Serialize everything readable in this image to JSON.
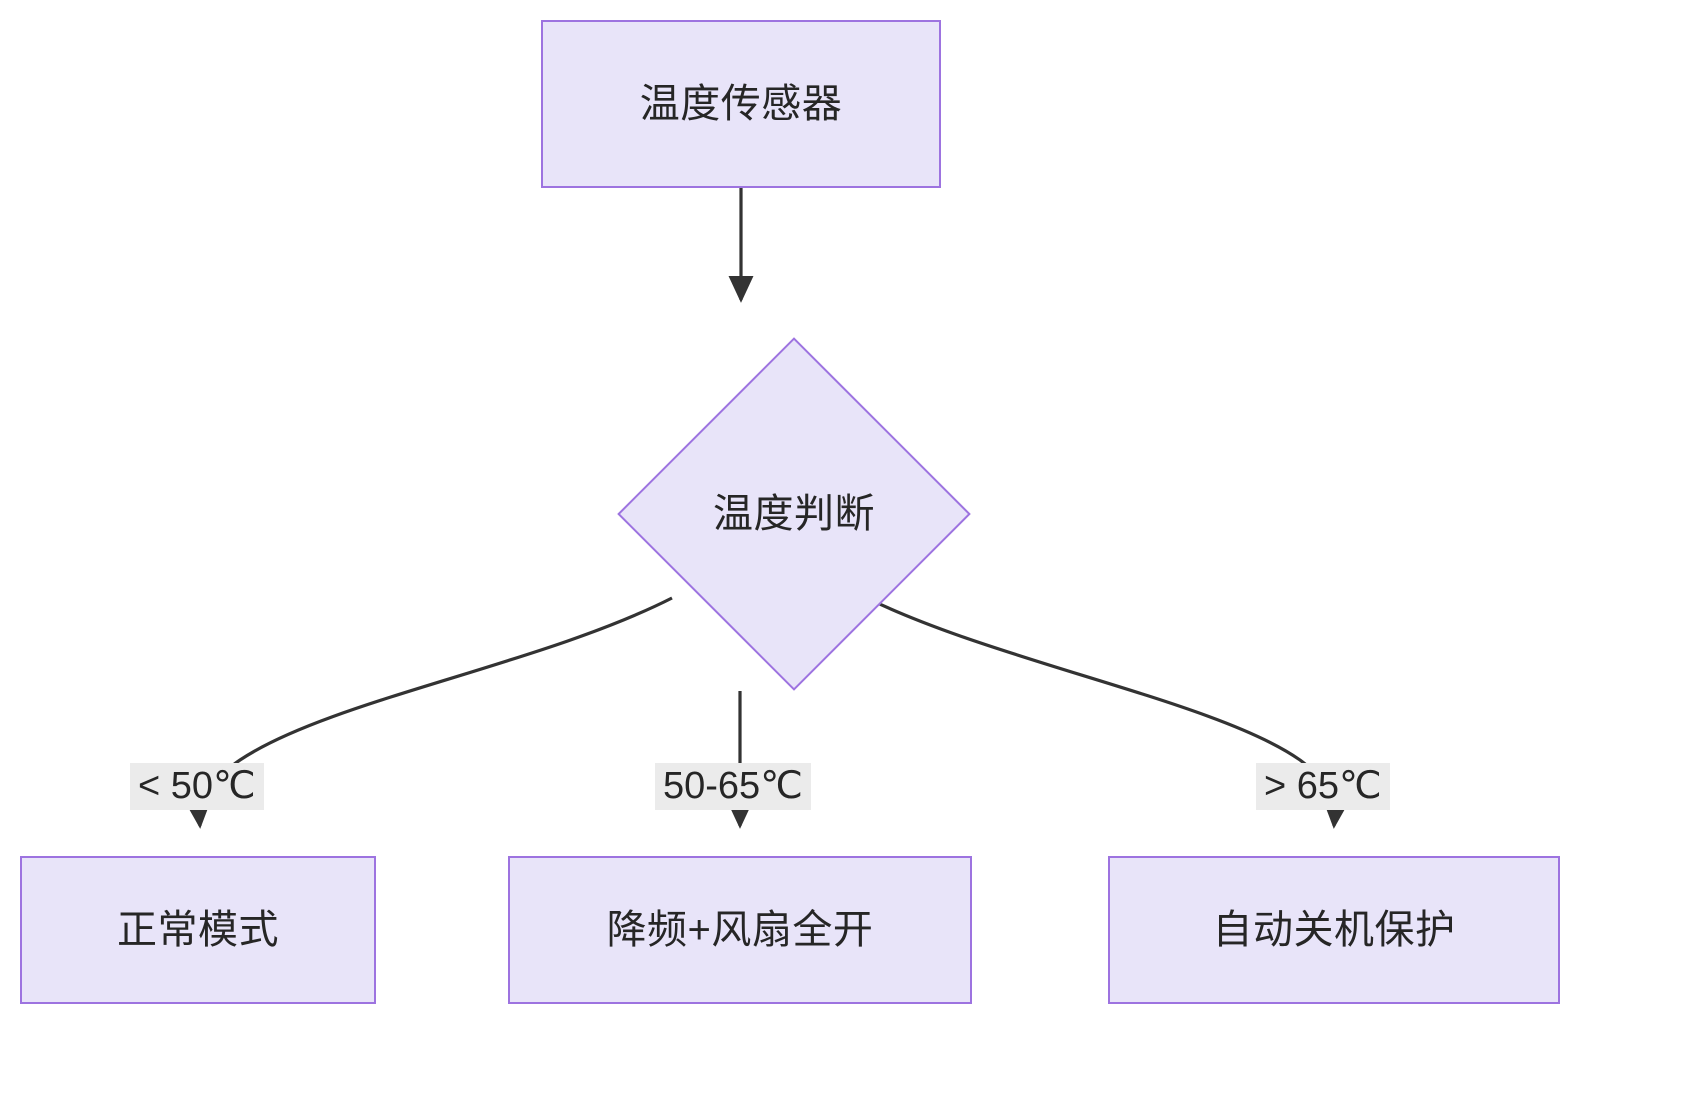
{
  "diagram": {
    "type": "flowchart",
    "direction": "top-down",
    "theme": {
      "node_fill": "#e8e4f9",
      "node_stroke": "#9d73e0",
      "edge_stroke": "#333333",
      "label_background": "#ebebeb",
      "text_color": "#262626",
      "canvas_background": "#ffffff"
    },
    "nodes": [
      {
        "id": "sensor",
        "shape": "rectangle",
        "label": "温度传感器"
      },
      {
        "id": "decision",
        "shape": "diamond",
        "label": "温度判断"
      },
      {
        "id": "normal",
        "shape": "rectangle",
        "label": "正常模式"
      },
      {
        "id": "throttle",
        "shape": "rectangle",
        "label": "降频+风扇全开"
      },
      {
        "id": "shutdown",
        "shape": "rectangle",
        "label": "自动关机保护"
      }
    ],
    "edges": [
      {
        "from": "sensor",
        "to": "decision",
        "label": ""
      },
      {
        "from": "decision",
        "to": "normal",
        "label": "< 50℃"
      },
      {
        "from": "decision",
        "to": "throttle",
        "label": "50-65℃"
      },
      {
        "from": "decision",
        "to": "shutdown",
        "label": "> 65℃"
      }
    ]
  }
}
